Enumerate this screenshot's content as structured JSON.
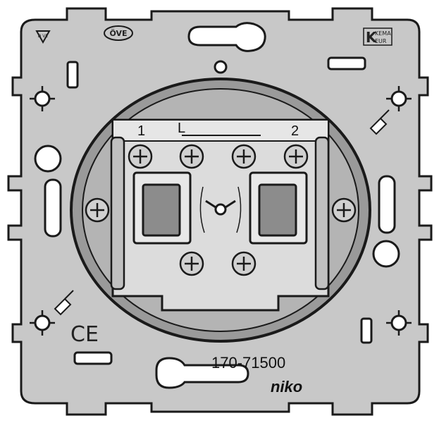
{
  "product": {
    "part_number": "170-71500",
    "brand": "niko"
  },
  "markings": {
    "ove": "ÖVE",
    "vde": "D VE",
    "kema_top": "KEMA",
    "kema_bottom": "EUR",
    "kema_k": "K",
    "ce": "CE"
  },
  "terminals": {
    "left": "1",
    "center": "L",
    "right": "2"
  },
  "colors": {
    "plate": "#c8c8c8",
    "plate_edge": "#1a1a1a",
    "ring": "#9a9a9a",
    "mechanism": "#dcdcdc",
    "screw": "#d0d0d0"
  },
  "icons": {
    "screwdriver": "screwdriver-icon",
    "switch_symbol": "two-way-switch-icon"
  }
}
